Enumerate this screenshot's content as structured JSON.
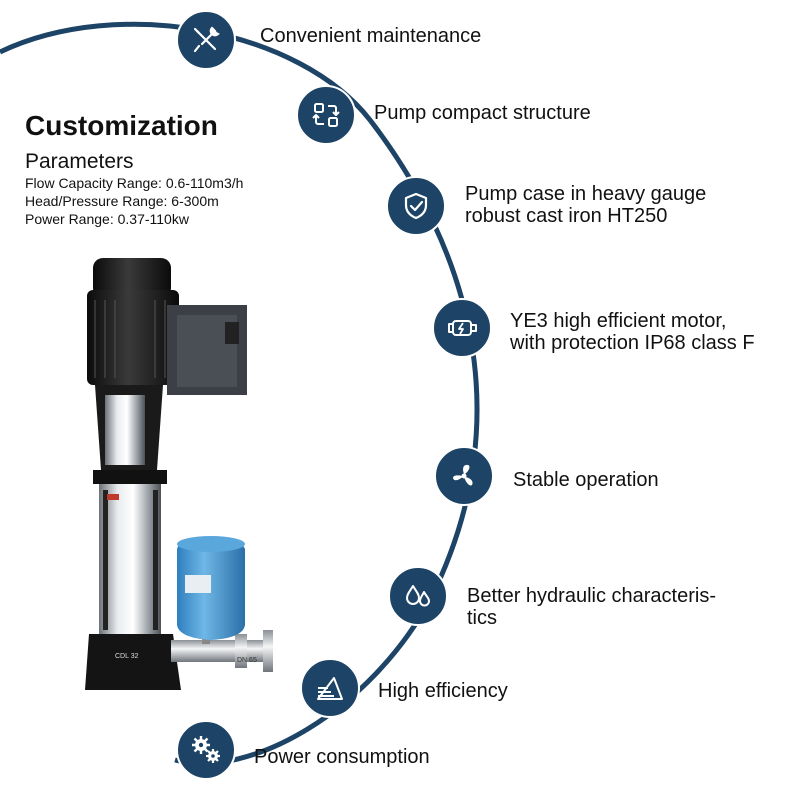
{
  "heading": {
    "title": "Customization",
    "subtitle": "Parameters",
    "params": [
      "Flow Capacity Range: 0.6-110m3/h",
      "Head/Pressure Range: 6-300m",
      "Power Range: 0.37-110kw"
    ]
  },
  "features": [
    {
      "icon": "wrench-screwdriver-icon",
      "lines": [
        "Convenient maintenance"
      ]
    },
    {
      "icon": "compact-arrows-icon",
      "lines": [
        "Pump compact structure"
      ]
    },
    {
      "icon": "shield-check-icon",
      "lines": [
        "Pump case in heavy gauge",
        "robust cast iron HT250"
      ]
    },
    {
      "icon": "motor-icon",
      "lines": [
        "YE3 high efficient motor,",
        "with protection IP68 class F"
      ]
    },
    {
      "icon": "fan-icon",
      "lines": [
        "Stable operation"
      ]
    },
    {
      "icon": "water-drops-icon",
      "lines": [
        "Better hydraulic characteris-",
        "tics"
      ]
    },
    {
      "icon": "efficiency-triangle-icon",
      "lines": [
        "High efficiency"
      ]
    },
    {
      "icon": "gears-icon",
      "lines": [
        "Power consumption"
      ]
    }
  ],
  "product_labels": {
    "model_plate": "CDL 32",
    "flange_tag": "DN 65"
  },
  "colors": {
    "accent": "#1d4466",
    "text": "#111111",
    "tank_blue": "#4a9fd6"
  }
}
